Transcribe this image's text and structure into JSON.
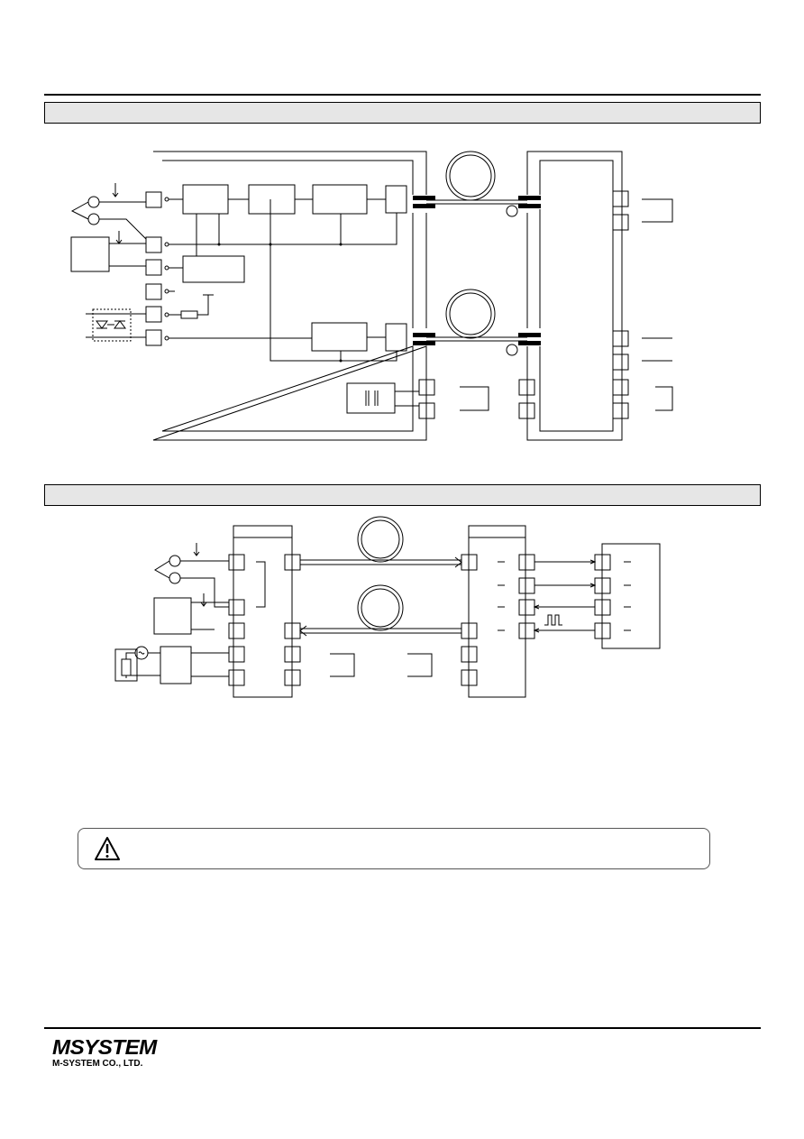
{
  "brand": {
    "logo_text": "MSYSTEM",
    "company_name": "M-SYSTEM CO., LTD."
  },
  "sections": [
    {
      "id": "block-diagram",
      "title": ""
    },
    {
      "id": "system-configuration",
      "title": ""
    }
  ],
  "caution_notice": {
    "icon": "warning-triangle-icon",
    "text": ""
  }
}
